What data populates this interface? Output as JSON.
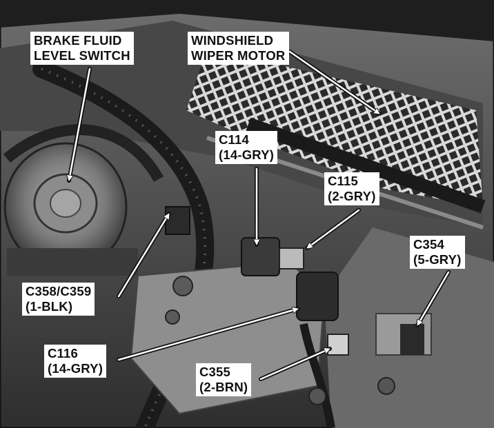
{
  "figure": {
    "palette": {
      "ink": "#111111",
      "paper": "#ffffff",
      "dark": "#1a1a1a",
      "mid": "#5a5a5a",
      "light": "#c8c8c8"
    },
    "callouts": [
      {
        "id": "brake-fluid-level-switch",
        "lines": [
          "BRAKE FLUID",
          "LEVEL SWITCH"
        ]
      },
      {
        "id": "windshield-wiper-motor",
        "lines": [
          "WINDSHIELD",
          "WIPER MOTOR"
        ]
      },
      {
        "id": "c114",
        "lines": [
          "C114",
          "(14-GRY)"
        ]
      },
      {
        "id": "c115",
        "lines": [
          "C115",
          "(2-GRY)"
        ]
      },
      {
        "id": "c354",
        "lines": [
          "C354",
          "(5-GRY)"
        ]
      },
      {
        "id": "c358-c359",
        "lines": [
          "C358/C359",
          "(1-BLK)"
        ]
      },
      {
        "id": "c116",
        "lines": [
          "C116",
          "(14-GRY)"
        ]
      },
      {
        "id": "c355",
        "lines": [
          "C355",
          "(2-BRN)"
        ]
      }
    ]
  }
}
